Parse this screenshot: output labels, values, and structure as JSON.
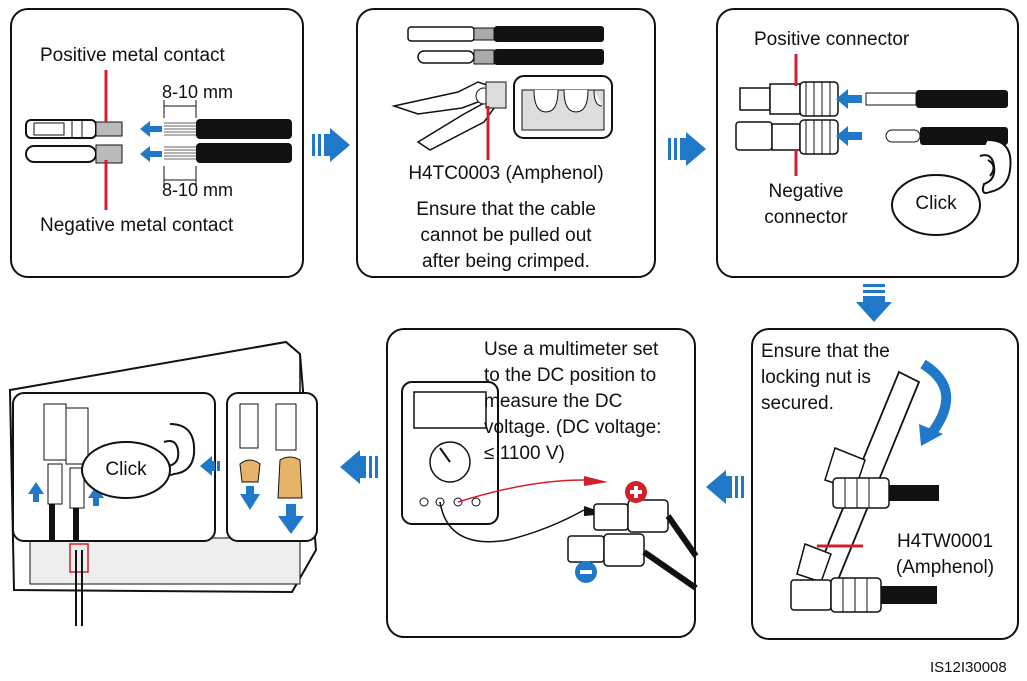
{
  "step1": {
    "positive_label": "Positive metal contact",
    "strip_top": "8-10 mm",
    "strip_bottom": "8-10 mm",
    "negative_label": "Negative metal contact"
  },
  "step2": {
    "tool": "H4TC0003 (Amphenol)",
    "note_line1": "Ensure that the cable",
    "note_line2": "cannot be pulled out",
    "note_line3": "after being crimped."
  },
  "step3": {
    "positive_label": "Positive connector",
    "negative_line1": "Negative",
    "negative_line2": "connector",
    "click": "Click"
  },
  "step4": {
    "note_line1": "Ensure that the",
    "note_line2": "locking nut is",
    "note_line3": "secured.",
    "tool_line1": "H4TW0001",
    "tool_line2": "(Amphenol)"
  },
  "step5": {
    "line1": "Use a multimeter set",
    "line2": "to the DC position to",
    "line3": "measure the DC",
    "line4": "voltage. (DC voltage:",
    "line5": "≤ 1100 V)"
  },
  "step6": {
    "click": "Click"
  },
  "figure_id": "IS12I30008",
  "colors": {
    "pointer": "#d0202a",
    "arrow": "#1f78c8",
    "outline": "#111111"
  }
}
